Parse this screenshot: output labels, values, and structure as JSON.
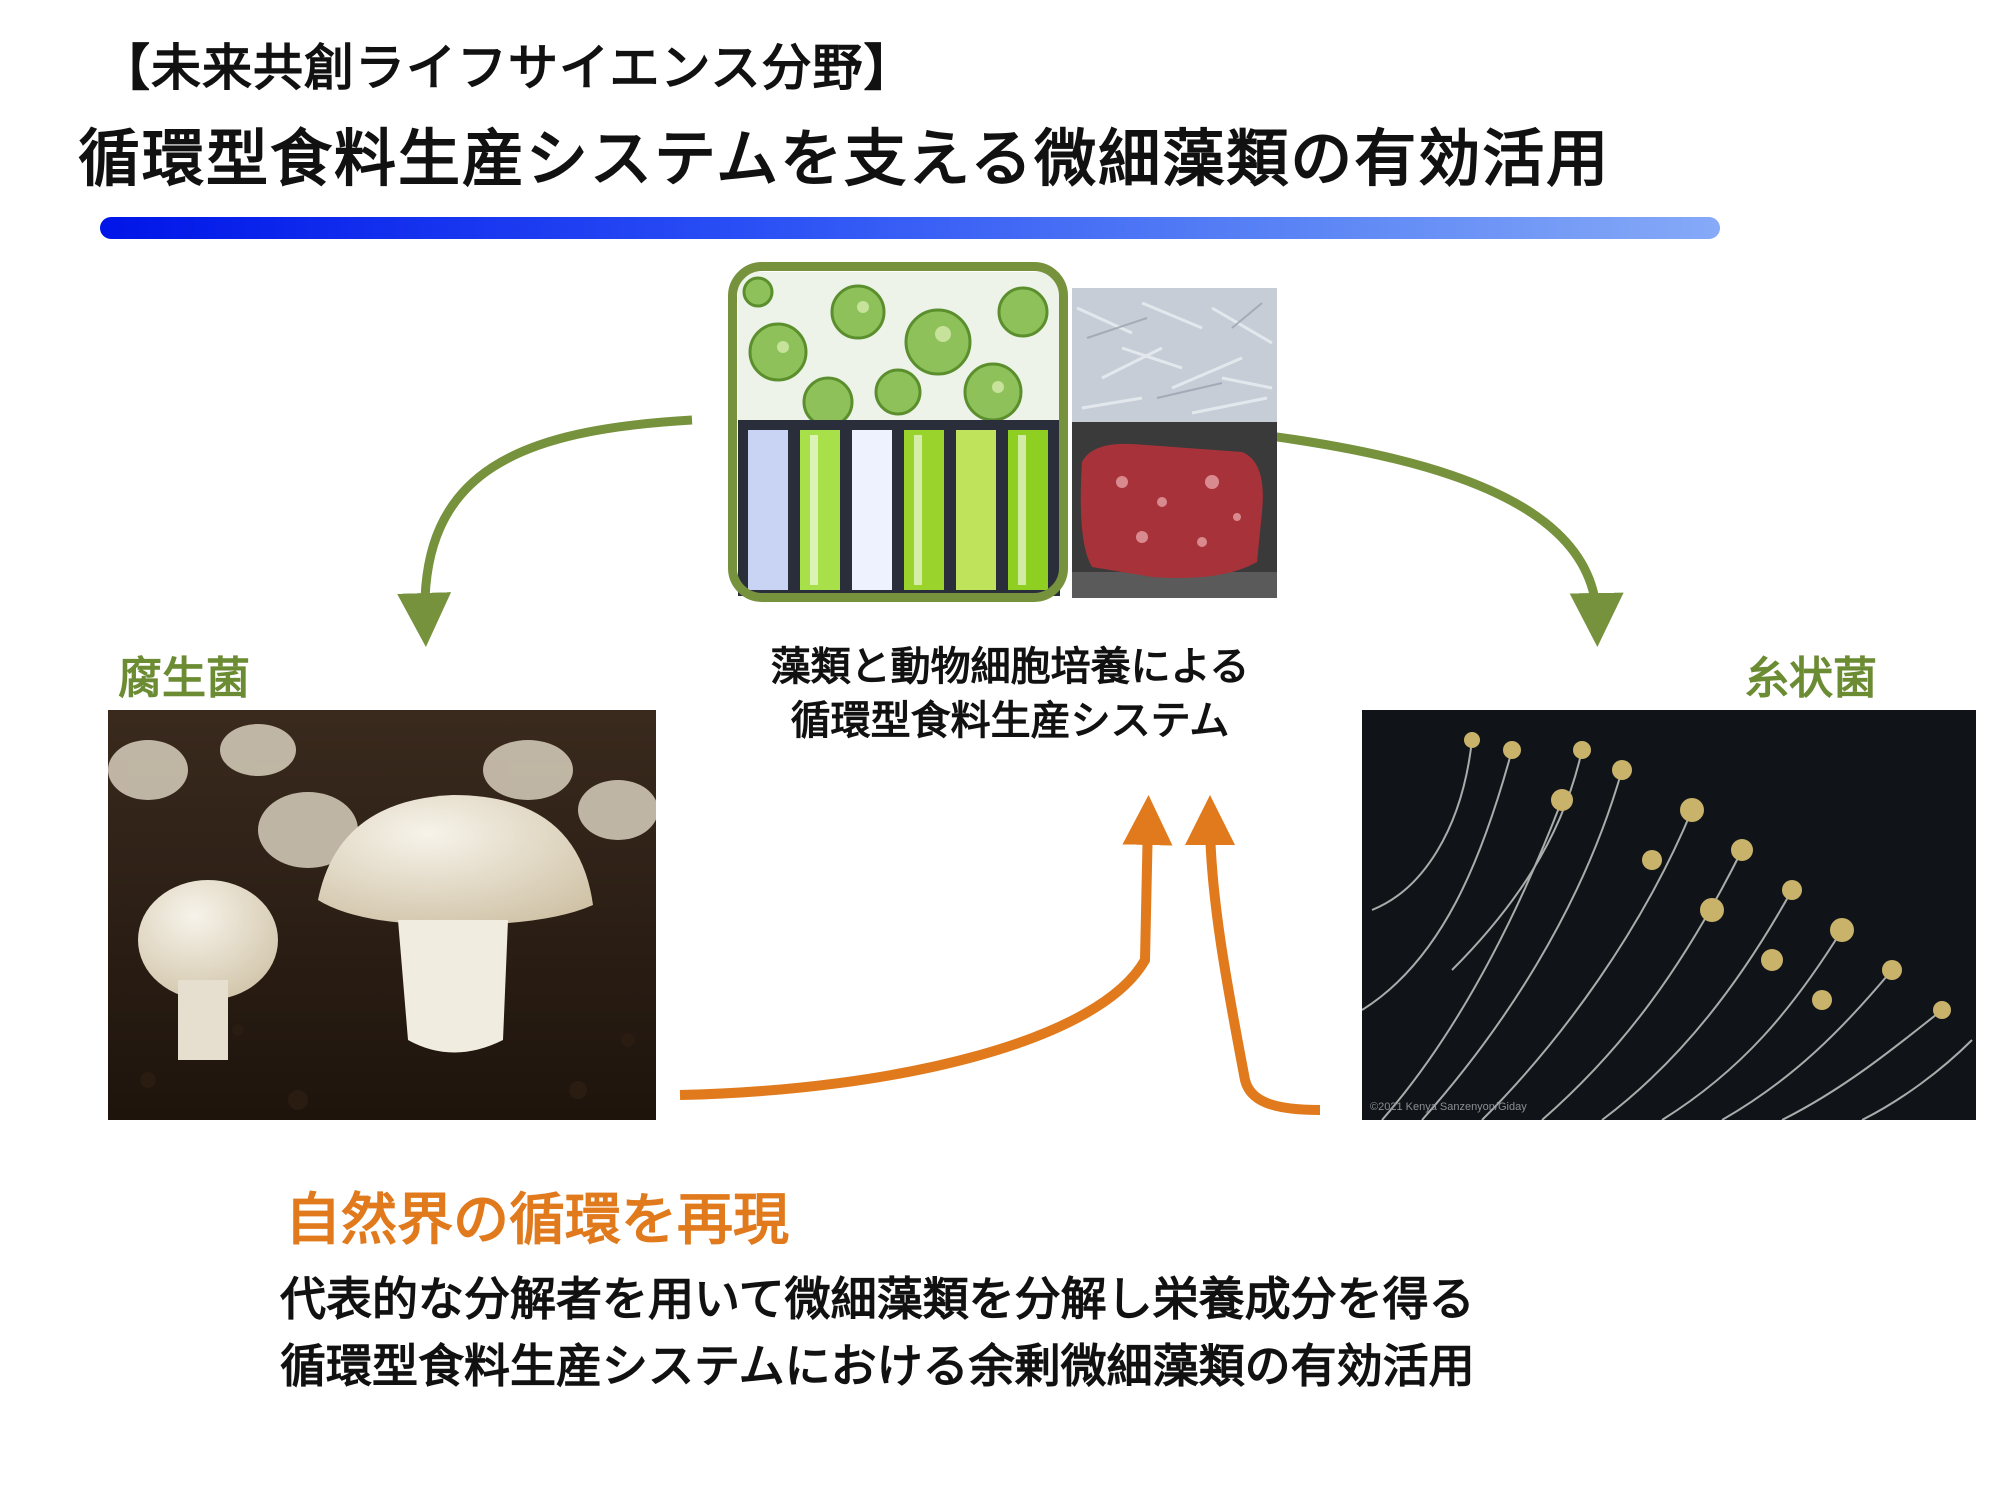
{
  "header": {
    "category": "【未来共創ライフサイエンス分野】",
    "title": "循環型食料生産システムを支える微細藻類の有効活用"
  },
  "labels": {
    "left_fungus": "腐生菌",
    "right_fungus": "糸状菌"
  },
  "center": {
    "caption_line1": "藻類と動物細胞培養による",
    "caption_line2": "循環型食料生産システム"
  },
  "bottom": {
    "heading": "自然界の循環を再現",
    "line1": "代表的な分解者を用いて微細藻類を分解し栄養成分を得る",
    "line2": "循環型食料生産システムにおける余剰微細藻類の有効活用"
  },
  "colors": {
    "green_arrow": "#76923c",
    "orange_arrow": "#e07a1c",
    "label_green": "#6c8c34",
    "heading_orange": "#e07a1c",
    "bar_start": "#0015e8",
    "bar_end": "#86aaf7"
  },
  "images": {
    "watermark": "©2021 Kenya Sanzenyon/Giday"
  }
}
